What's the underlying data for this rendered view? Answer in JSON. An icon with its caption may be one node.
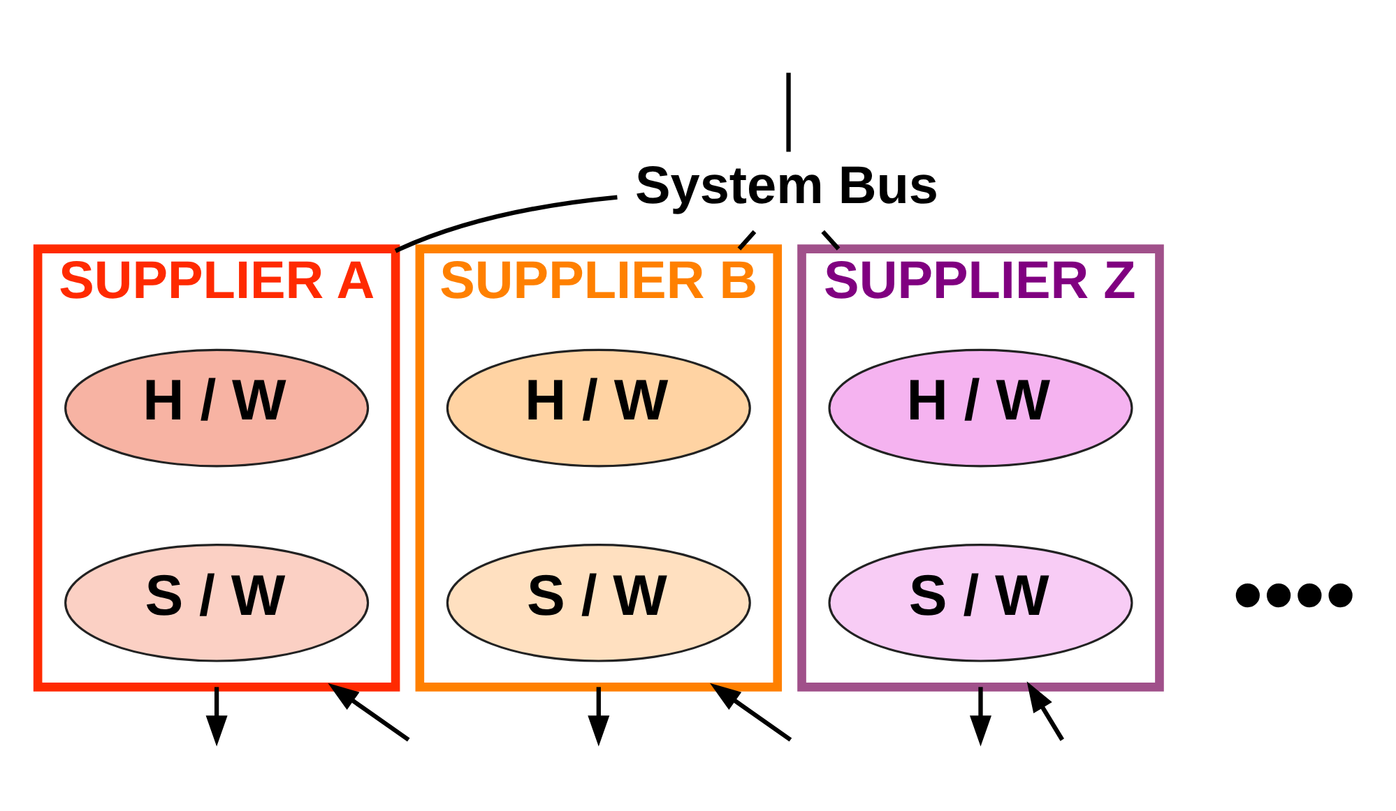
{
  "diagram": {
    "nodes": [
      {
        "text": [
          "System Bus"
        ]
      },
      {
        "text": [
          "SUPPLIER A"
        ]
      },
      {
        "text": [
          "H / W"
        ],
        "in": 1
      },
      {
        "text": [
          "S / W"
        ],
        "in": 1
      },
      {
        "text": [
          "SUPPLIER B"
        ]
      },
      {
        "text": [
          "H / W"
        ],
        "in": 4
      },
      {
        "text": [
          "S / W"
        ],
        "in": 4
      },
      {
        "text": [
          "SUPPLIER Z"
        ]
      },
      {
        "text": [
          "H / W"
        ],
        "in": 7
      },
      {
        "text": [
          "S / W"
        ],
        "in": 7
      }
    ],
    "edges": [
      {
        "from": null,
        "to": 0,
        "arrow": "none"
      },
      {
        "from": 0,
        "to": 1,
        "arrow": "none"
      },
      {
        "from": 0,
        "to": 4,
        "arrow": "none"
      },
      {
        "from": 0,
        "to": 7,
        "arrow": "none"
      },
      {
        "from": null,
        "to": 1,
        "arrow": "to"
      },
      {
        "from": 1,
        "to": null,
        "arrow": "to"
      },
      {
        "from": null,
        "to": 4,
        "arrow": "to"
      },
      {
        "from": 4,
        "to": null,
        "arrow": "to"
      },
      {
        "from": null,
        "to": 7,
        "arrow": "to"
      },
      {
        "from": 7,
        "to": null,
        "arrow": "to"
      }
    ],
    "labels": [
      "••••"
    ]
  }
}
